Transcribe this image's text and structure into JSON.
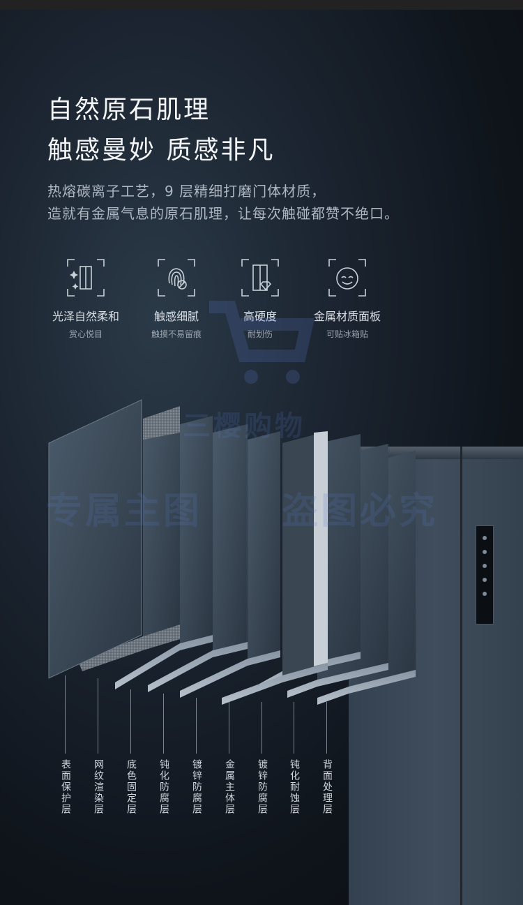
{
  "headline": {
    "line1": "自然原石肌理",
    "line2": "触感曼妙 质感非凡"
  },
  "description": {
    "line1": "热熔碳离子工艺，9 层精细打磨门体材质，",
    "line2": "造就有金属气息的原石肌理，让每次触碰都赞不绝口。"
  },
  "features": [
    {
      "icon": "sparkle-door-icon",
      "title": "光泽自然柔和",
      "subtitle": "赏心悦目"
    },
    {
      "icon": "fingerprint-icon",
      "title": "触感细腻",
      "subtitle": "触摸不易留痕"
    },
    {
      "icon": "diamond-door-icon",
      "title": "高硬度",
      "subtitle": "耐划伤"
    },
    {
      "icon": "smiley-face-icon",
      "title": "金属材质面板",
      "subtitle": "可贴冰箱贴"
    }
  ],
  "layers": [
    "表面保护层",
    "网纹渲染层",
    "底色固定层",
    "钝化防腐层",
    "镀锌防腐层",
    "金属主体层",
    "镀锌防腐层",
    "钝化耐蚀层",
    "背面处理层"
  ],
  "watermark": {
    "line1": "三樱购物",
    "line2": "专属主图",
    "line3": "盗图必究"
  }
}
